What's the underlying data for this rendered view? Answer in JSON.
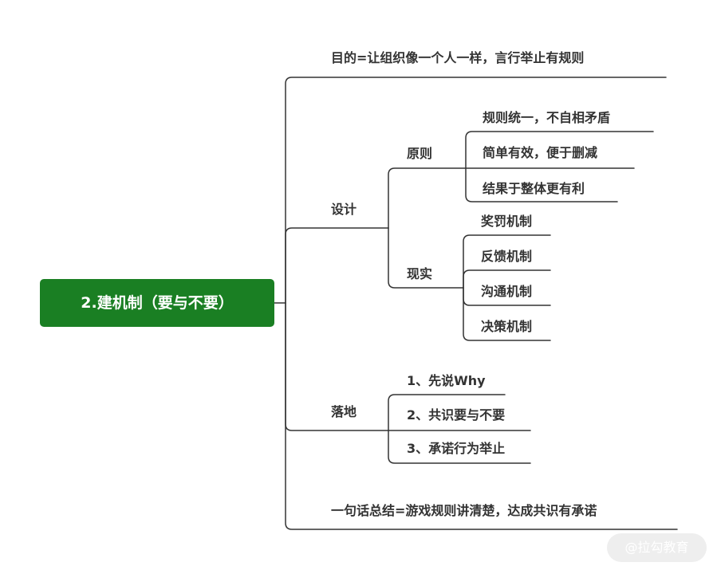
{
  "root": "2.建机制（要与不要）",
  "goal": "目的=让组织像一个人一样，言行举止有规则",
  "design": {
    "label": "设计",
    "principle": {
      "label": "原则",
      "items": [
        "规则统一，不自相矛盾",
        "简单有效，便于删减",
        "结果于整体更有利"
      ]
    },
    "reality": {
      "label": "现实",
      "items": [
        "奖罚机制",
        "反馈机制",
        "沟通机制",
        "决策机制"
      ]
    }
  },
  "landing": {
    "label": "落地",
    "items": [
      "1、先说Why",
      "2、共识要与不要",
      "3、承诺行为举止"
    ]
  },
  "summary": "一句话总结=游戏规则讲清楚，达成共识有承诺",
  "watermark": "@拉勾教育",
  "colors": {
    "root_bg": "#1a7f23",
    "line": "#333333",
    "text": "#333333"
  }
}
